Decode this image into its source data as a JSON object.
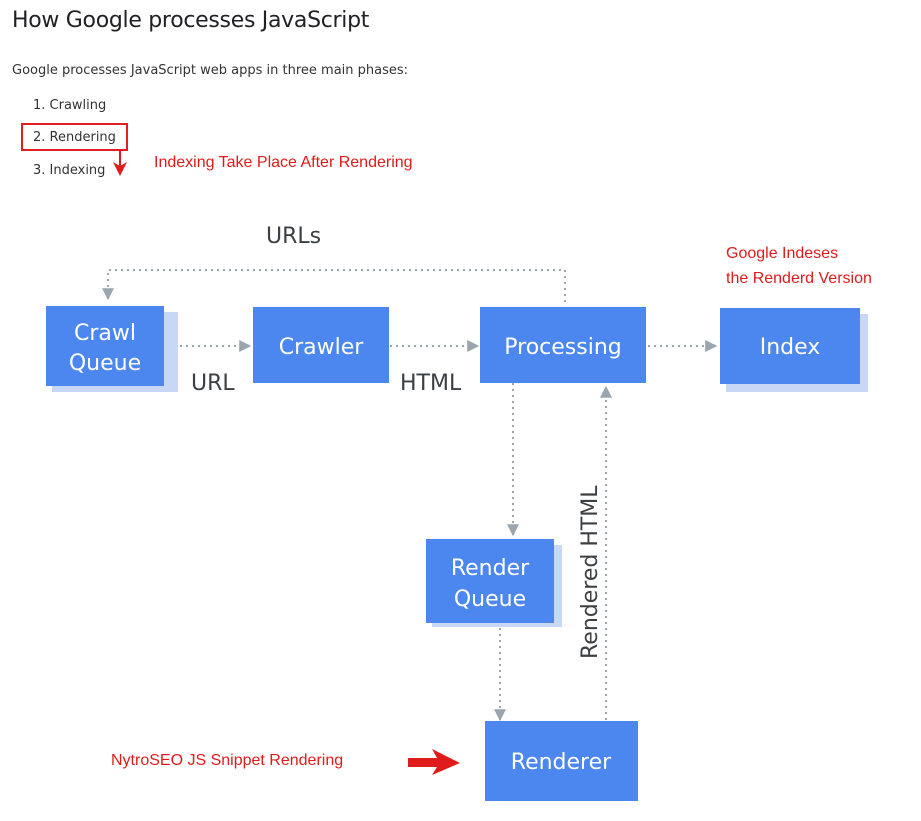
{
  "page": {
    "title": "How Google processes JavaScript",
    "intro": "Google processes JavaScript web apps in three main phases:",
    "phases": [
      "1. Crawling",
      "2. Rendering",
      "3. Indexing"
    ],
    "highlighted_phase": "2. Rendering"
  },
  "annotations": {
    "indexing_note": "Indexing Take Place After Rendering",
    "index_note_line1": "Google Indeses",
    "index_note_line2": "the Renderd Version",
    "renderer_note": "NytroSEO JS Snippet Rendering"
  },
  "diagram": {
    "nodes": {
      "crawl_queue": [
        "Crawl",
        "Queue"
      ],
      "crawler": "Crawler",
      "processing": "Processing",
      "index": "Index",
      "render_queue": [
        "Render",
        "Queue"
      ],
      "renderer": "Renderer"
    },
    "edge_labels": {
      "urls": "URLs",
      "url": "URL",
      "html": "HTML",
      "rendered_html": "Rendered HTML"
    }
  },
  "colors": {
    "node_fill": "#4b87ef",
    "node_shadow": "#c8d7f6",
    "annotation_red": "#e01b1b",
    "connector": "#9aa5ad"
  }
}
